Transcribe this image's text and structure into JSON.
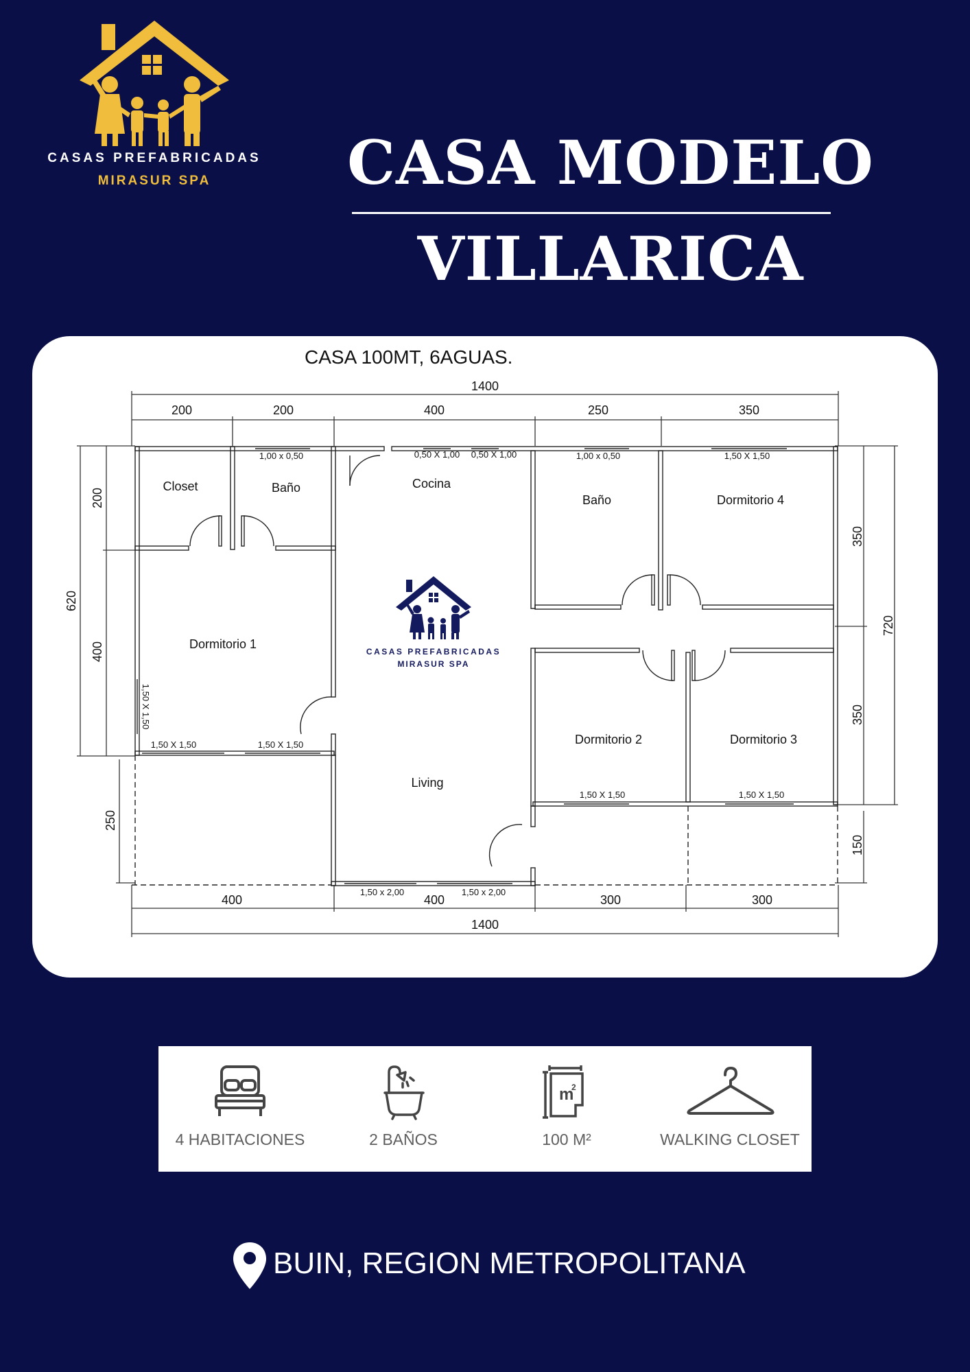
{
  "brand": {
    "line1": "CASAS PREFABRICADAS",
    "line2": "MIRASUR SPA",
    "colors": {
      "gold": "#f0be3c",
      "navy": "#0a0f47",
      "white": "#ffffff"
    },
    "icon": "house-family-logo"
  },
  "title": {
    "line1": "CASA MODELO",
    "line2": "VILLARICA"
  },
  "plan": {
    "heading": "CASA 100MT,  6AGUAS.",
    "dims": {
      "top_total": "1400",
      "top_segments": [
        "200",
        "200",
        "400",
        "250",
        "350"
      ],
      "bottom_segments": [
        "400",
        "400",
        "300",
        "300"
      ],
      "bottom_total": "1400",
      "left_total": "620",
      "left_segments": [
        "200",
        "400",
        "250"
      ],
      "right_total": "720",
      "right_segments": [
        "350",
        "350",
        "150"
      ]
    },
    "rooms": {
      "closet": "Closet",
      "bano_1": "Baño",
      "cocina": "Cocina",
      "bano_2": "Baño",
      "dormitorio_4": "Dormitorio 4",
      "dormitorio_1": "Dormitorio 1",
      "dormitorio_2": "Dormitorio 2",
      "dormitorio_3": "Dormitorio 3",
      "living": "Living"
    },
    "windows": {
      "w1": "1,00 x 0,50",
      "w2": "0,50 X 1,00",
      "w3": "0,50 X 1,00",
      "w4": "1,00 x 0,50",
      "w5": "1,50 X 1,50",
      "w6": "1,50 X 1,50",
      "w7": "1,50 X 1,50",
      "w8": "1,50 X 1,50",
      "w9": "1,50 X 1,50",
      "w10": "1,50 X 1,50",
      "w11": "1,50 x 2,00",
      "w12": "1,50 x 2,00"
    },
    "watermark": {
      "line1": "CASAS PREFABRICADAS",
      "line2": "MIRASUR SPA"
    }
  },
  "features": [
    {
      "icon": "bed-icon",
      "label": "4 HABITACIONES"
    },
    {
      "icon": "bathtub-icon",
      "label": "2 BAÑOS"
    },
    {
      "icon": "square-meters-icon",
      "label": "100 M²"
    },
    {
      "icon": "hanger-icon",
      "label": "WALKING CLOSET"
    }
  ],
  "location": {
    "icon": "map-pin-icon",
    "text": "BUIN, REGION METROPOLITANA"
  }
}
